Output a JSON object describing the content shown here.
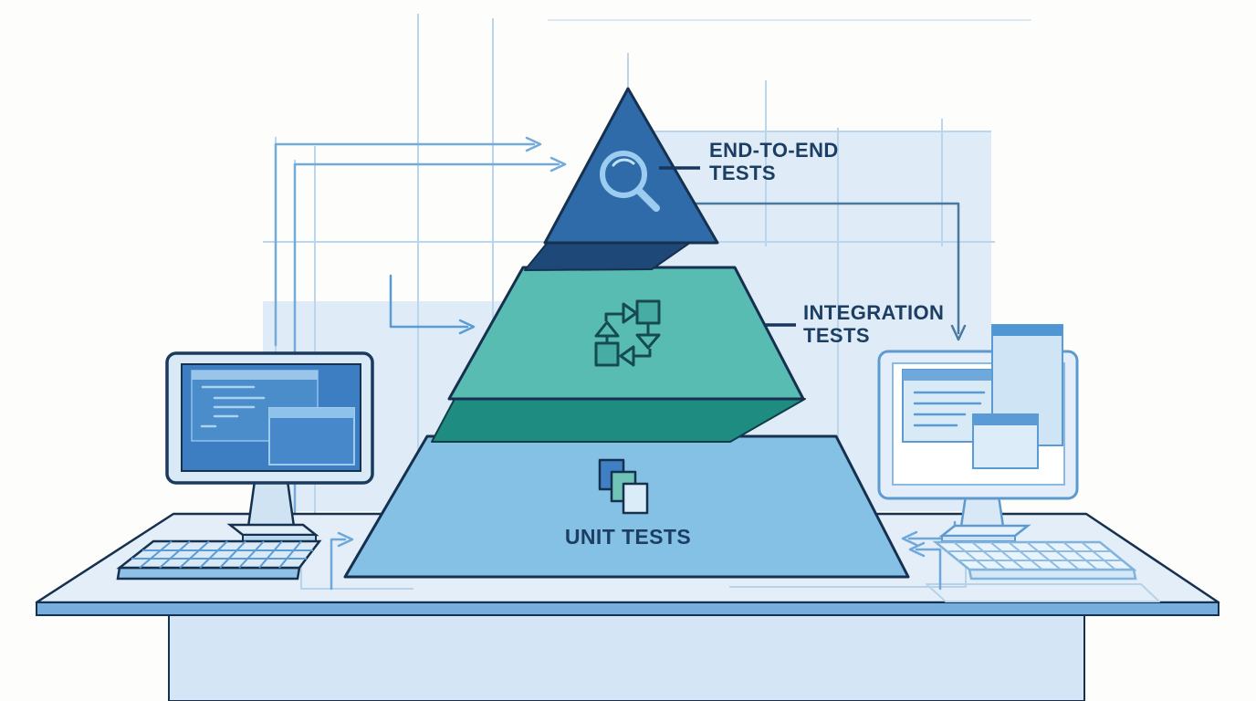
{
  "illustration": {
    "subject": "software testing pyramid on a desk between two computers",
    "background_color": "#fdfdfb",
    "panel_color": "#dfecf7",
    "grid_color": "#b9d6ec",
    "arrow_color": "#74aad9",
    "dark_arrow_color": "#48799f",
    "outline_color": "#16304f",
    "label_color": "#1d3e63"
  },
  "pyramid": {
    "levels": [
      {
        "id": "end-to-end",
        "label": "END-TO-END TESTS",
        "label_lines": [
          "END-TO-END",
          "TESTS"
        ],
        "fill": "#2e6ba8",
        "shadow_fill": "#1d4878",
        "icon": "magnifier-icon"
      },
      {
        "id": "integration",
        "label": "INTEGRATION TESTS",
        "label_lines": [
          "INTEGRATION",
          "TESTS"
        ],
        "fill": "#58bcb2",
        "shadow_fill": "#1f8c82",
        "icon": "workflow-cycle-icon"
      },
      {
        "id": "unit",
        "label": "UNIT TESTS",
        "label_lines": [
          "UNIT TESTS"
        ],
        "fill": "#85c1e5",
        "icon": "stacked-squares-icon"
      }
    ]
  },
  "desk": {
    "surface_color": "#e4eef8",
    "front_edge_color": "#76afdd",
    "front_panel_color": "#d4e6f5"
  },
  "left_workstation": {
    "type": "desktop monitor with keyboard",
    "screen_color": "#3d7ec2",
    "window_count": 2
  },
  "right_workstation": {
    "type": "desktop monitor with keyboard",
    "screen_color": "#ffffff",
    "window_count": 3
  }
}
